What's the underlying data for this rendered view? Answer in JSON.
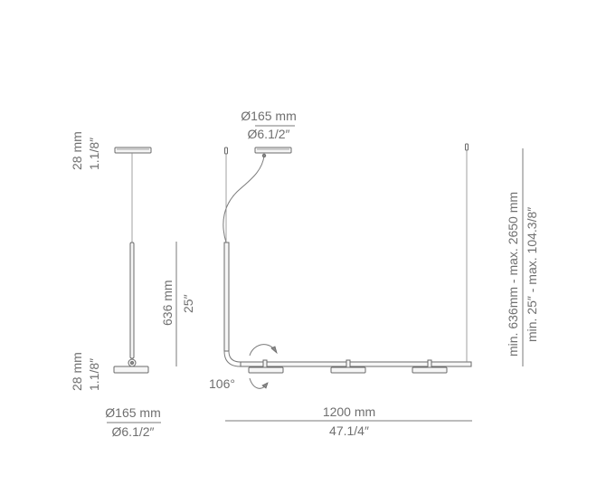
{
  "side_view": {
    "top_height_mm": "28 mm",
    "top_height_in": "1.1/8″",
    "bottom_height_mm": "28 mm",
    "bottom_height_in": "1.1/8″",
    "rod_length_mm": "636 mm",
    "rod_length_in": "25″",
    "diameter_mm": "Ø165 mm",
    "diameter_in": "Ø6.1/2″"
  },
  "front_view": {
    "canopy_diameter_mm": "Ø165 mm",
    "canopy_diameter_in": "Ø6.1/2″",
    "rotation_angle": "106°",
    "width_mm": "1200 mm",
    "width_in": "47.1/4″",
    "height_range_mm": "min. 636mm - max. 2650 mm",
    "height_range_in": "min. 25″ - max. 104.3/8″"
  }
}
